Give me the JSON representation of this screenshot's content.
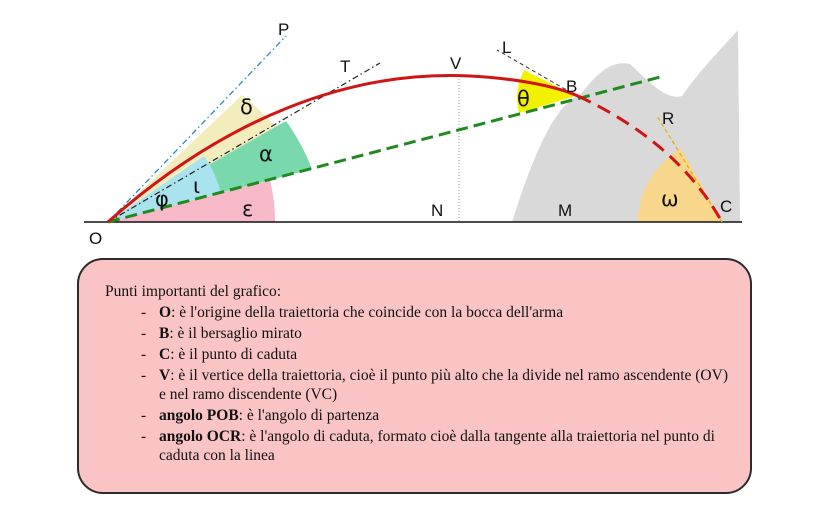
{
  "diagram": {
    "points": {
      "O": "O",
      "P": "P",
      "T": "T",
      "V": "V",
      "L": "L",
      "B": "B",
      "R": "R",
      "N": "N",
      "M": "M",
      "C": "C"
    },
    "angles": {
      "delta": "δ",
      "alpha": "α",
      "phi": "φ",
      "iota": "ι",
      "epsilon": "ε",
      "theta": "θ",
      "omega": "ω"
    },
    "colors": {
      "trajectory": "#d01515",
      "line_of_sight": "#1f8a1f",
      "sector_delta": "#f3ecbd",
      "sector_alpha": "#79d9ad",
      "sector_iota": "#a9e3ee",
      "sector_epsilon": "#f7b9c8",
      "sector_theta": "#f2f200",
      "sector_omega": "#f8d68c",
      "terrain": "#d9d9d9"
    }
  },
  "legend": {
    "title": "Punti importanti del grafico:",
    "items": [
      {
        "term": "O",
        "text": ": è l'origine della traiettoria che coincide con la bocca dell'arma"
      },
      {
        "term": "B",
        "text": ": è il bersaglio mirato"
      },
      {
        "term": "C",
        "text": ": è il punto di caduta"
      },
      {
        "term": "V",
        "text": ": è il vertice della traiettoria, cioè il punto più alto che la divide nel ramo ascendente (OV) e nel ramo discendente (VC)"
      },
      {
        "term": "angolo POB",
        "text": ": è l'angolo di partenza"
      },
      {
        "term": "angolo OCR",
        "text": ": è l'angolo di caduta, formato cioè dalla tangente alla traiettoria nel punto di caduta con la linea"
      }
    ]
  }
}
